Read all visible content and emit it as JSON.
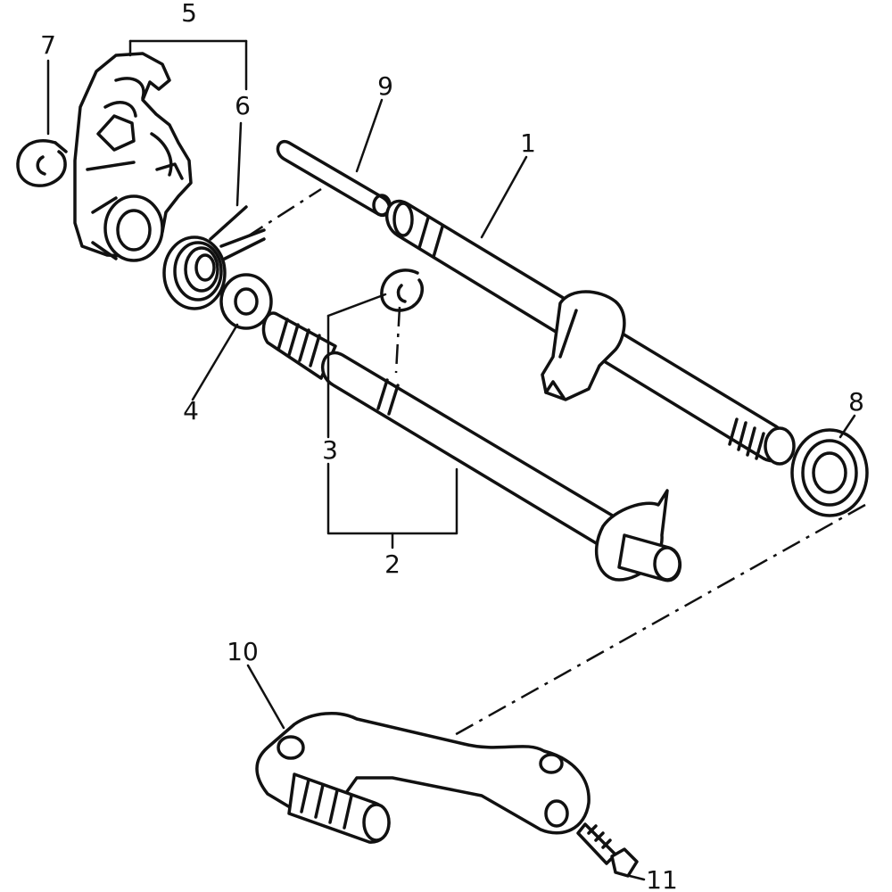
{
  "colors": {
    "ink": "#111111",
    "paper": "#ffffff"
  },
  "labels": {
    "p1": "1",
    "p2": "2",
    "p3": "3",
    "p4": "4",
    "p5": "5",
    "p6": "6",
    "p7": "7",
    "p8": "8",
    "p9": "9",
    "p10": "10",
    "p11": "11"
  }
}
